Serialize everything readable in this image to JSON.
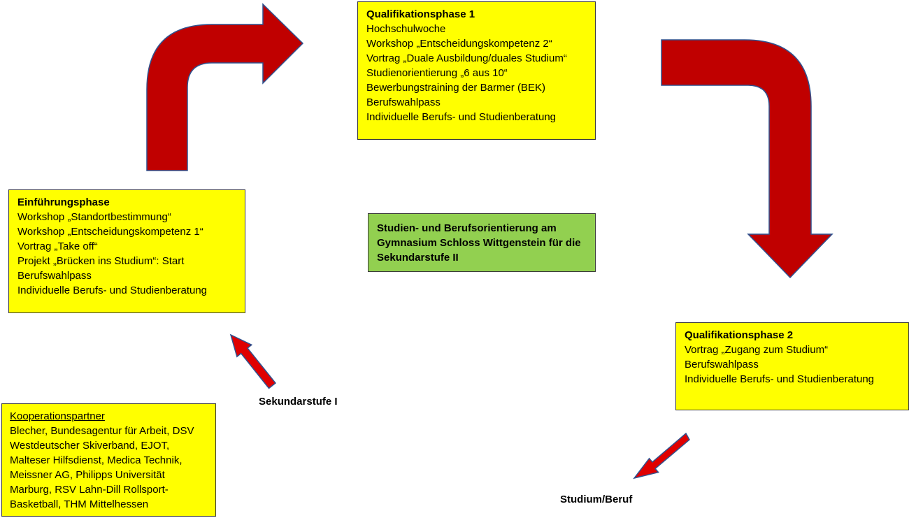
{
  "colors": {
    "box_yellow": "#ffff00",
    "box_green": "#92d050",
    "arrow_red": "#c00000",
    "arrow_outline": "#2f528f",
    "small_arrow_red": "#e00000"
  },
  "boxes": {
    "q1": {
      "title": "Qualifikationsphase 1",
      "lines": [
        "Hochschulwoche",
        "Workshop „Entscheidungskompetenz 2“",
        "Vortrag „Duale Ausbildung/duales Studium“",
        "Studienorientierung „6 aus 10“",
        "Bewerbungstraining der Barmer (BEK)",
        "Berufswahlpass",
        "Individuelle Berufs- und Studienberatung"
      ]
    },
    "ef": {
      "title": "Einführungsphase",
      "lines": [
        "Workshop „Standortbestimmung“",
        "Workshop „Entscheidungskompetenz 1“",
        "Vortrag „Take off“",
        "Projekt „Brücken ins Studium“: Start",
        "Berufswahlpass",
        "Individuelle Berufs- und Studienberatung"
      ]
    },
    "center": {
      "lines": [
        "Studien- und Berufsorientierung am",
        "Gymnasium Schloss Wittgenstein für die",
        "Sekundarstufe II"
      ]
    },
    "q2": {
      "title": "Qualifikationsphase 2",
      "lines": [
        "Vortrag „Zugang zum Studium“",
        "Berufswahlpass",
        "Individuelle Berufs- und Studienberatung"
      ]
    },
    "partners": {
      "title": "Kooperationspartner",
      "lines": [
        "Blecher, Bundesagentur für Arbeit, DSV",
        "Westdeutscher Skiverband, EJOT,",
        "Malteser Hilfsdienst, Medica Technik,",
        "Meissner AG, Philipps Universität",
        "Marburg, RSV Lahn-Dill Rollsport-",
        "Basketball, THM Mittelhessen"
      ]
    }
  },
  "labels": {
    "sek1": "Sekundarstufe I",
    "studium": "Studium/Beruf"
  }
}
